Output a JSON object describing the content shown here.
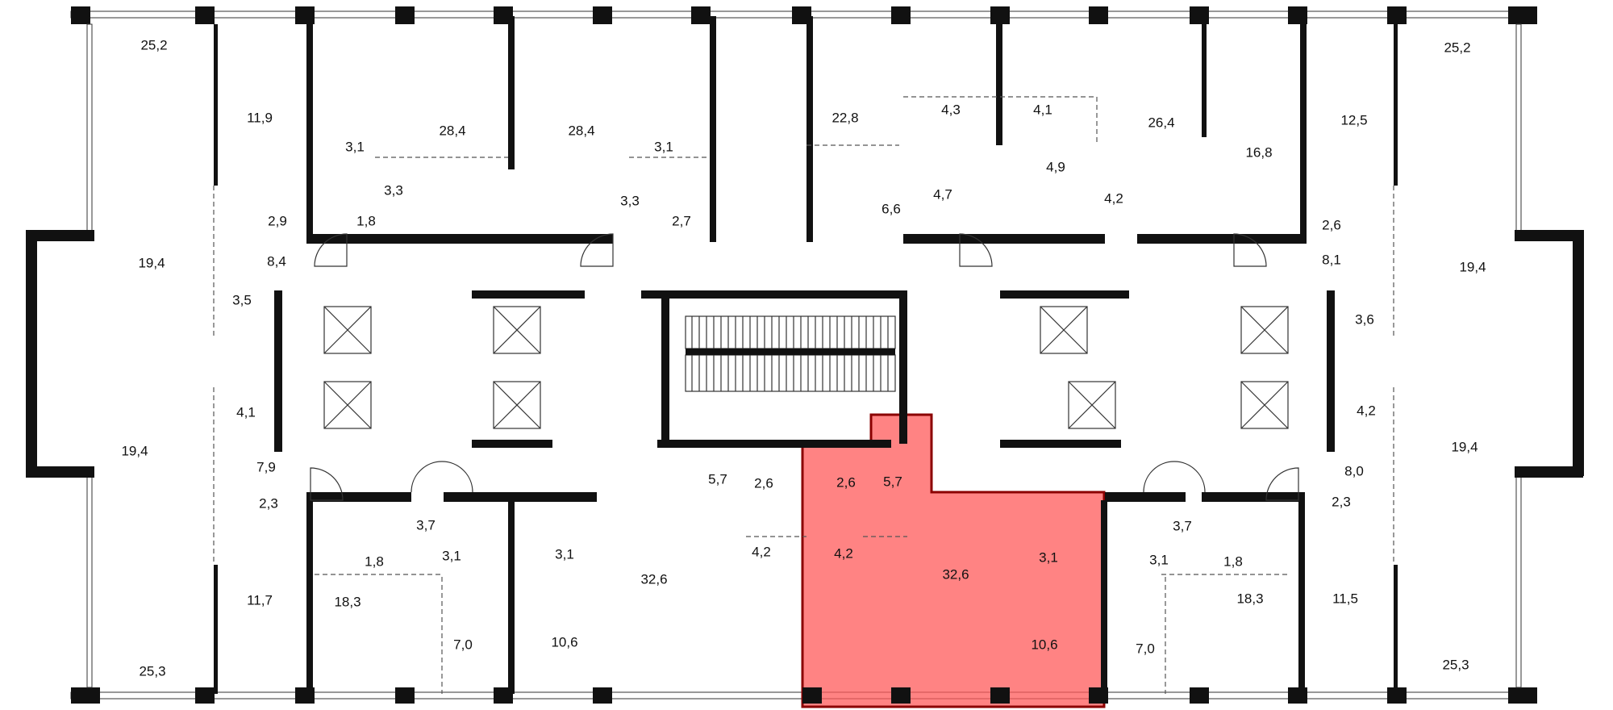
{
  "plan": {
    "highlight_color": "#ff5a5a",
    "highlight_border": "#8b0000",
    "wall_color": "#111111"
  },
  "rooms": [
    "25,2",
    "11,9",
    "28,4",
    "28,4",
    "3,1",
    "3,1",
    "3,3",
    "3,3",
    "2,9",
    "1,8",
    "2,7",
    "19,4",
    "8,4",
    "3,5",
    "22,8",
    "4,3",
    "4,1",
    "26,4",
    "25,2",
    "12,5",
    "16,8",
    "4,9",
    "4,7",
    "6,6",
    "4,2",
    "2,6",
    "8,1",
    "19,4",
    "3,6",
    "4,1",
    "19,4",
    "7,9",
    "2,3",
    "3,7",
    "3,1",
    "3,1",
    "1,8",
    "4,2",
    "5,7",
    "2,6",
    "32,6",
    "11,7",
    "18,3",
    "7,0",
    "10,6",
    "25,3",
    "4,2",
    "19,4",
    "8,0",
    "2,6",
    "5,7",
    "2,3",
    "3,7",
    "4,2",
    "3,1",
    "3,1",
    "1,8",
    "32,6",
    "18,3",
    "11,5",
    "10,6",
    "7,0",
    "25,3"
  ]
}
